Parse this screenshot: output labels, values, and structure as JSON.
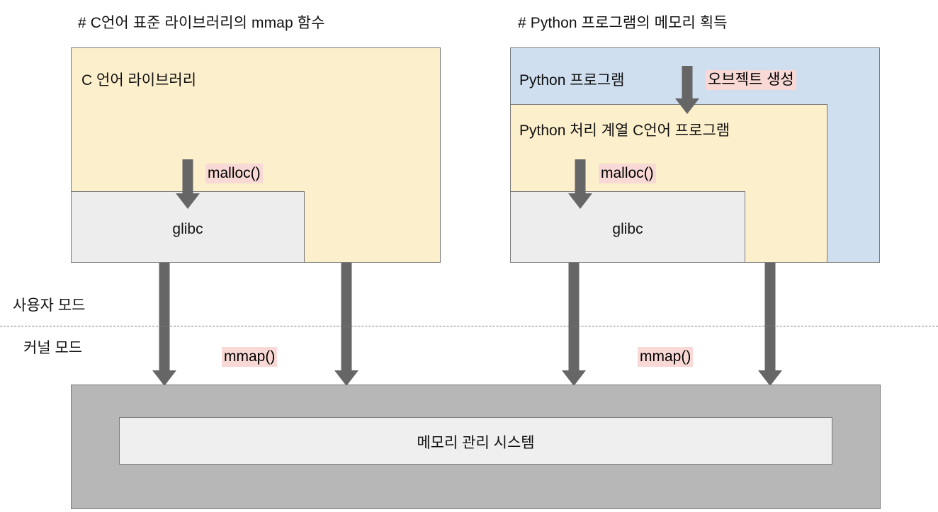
{
  "panels": [
    {
      "title": "# C언어 표준 라이브러리의 mmap 함수",
      "outer_label": "C 언어 라이브러리",
      "inner_label": "glibc",
      "malloc_label": "malloc()",
      "mmap_label": "mmap()"
    },
    {
      "title": "# Python 프로그램의 메모리 획득",
      "outer_label": "Python 프로그램",
      "middle_label": "Python 처리 계열 C언어 프로그램",
      "inner_label": "glibc",
      "object_label": "오브젝트 생성",
      "malloc_label": "malloc()",
      "mmap_label": "mmap()"
    }
  ],
  "modes": {
    "user": "사용자 모드",
    "kernel": "커널 모드"
  },
  "kernel": {
    "memory_manager_label": "메모리 관리 시스템"
  },
  "colors": {
    "yellow": "#FCEFCB",
    "blue": "#CFDFF0",
    "light_gray": "#EDEDED",
    "dark_gray": "#B7B7B7",
    "pink": "#F9D9D5",
    "arrow": "#666666",
    "border": "#7B7B7B"
  }
}
